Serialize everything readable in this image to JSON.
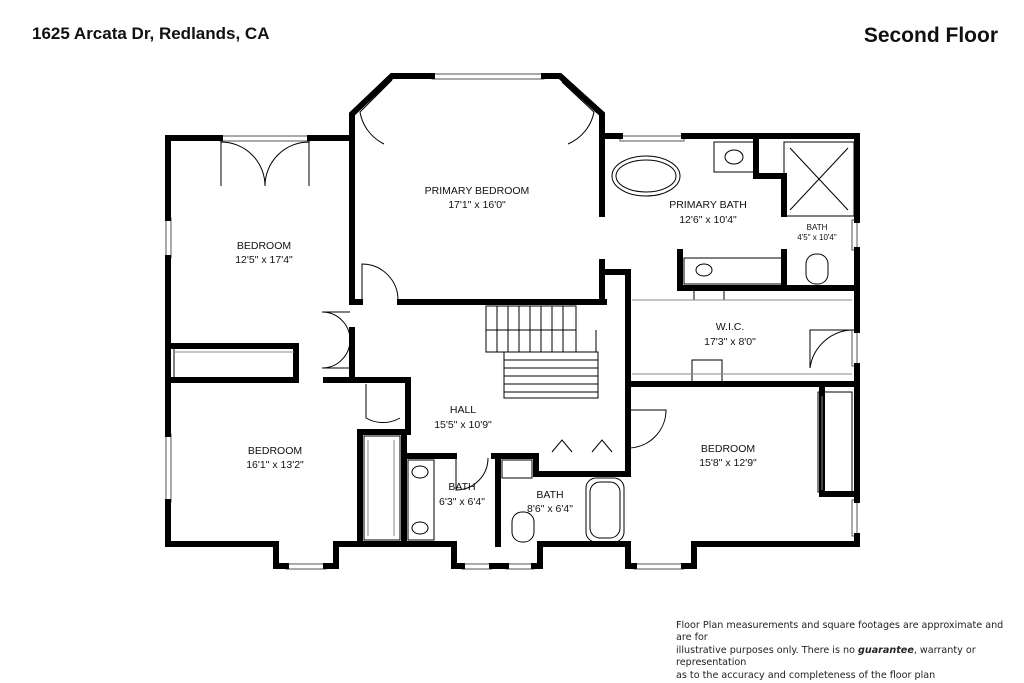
{
  "header": {
    "address": "1625 Arcata Dr, Redlands, CA",
    "floor_label": "Second Floor"
  },
  "rooms": {
    "primary_bedroom": {
      "name": "PRIMARY BEDROOM",
      "dims": "17'1\" x 16'0\""
    },
    "bedroom_nw": {
      "name": "BEDROOM",
      "dims": "12'5\" x 17'4\""
    },
    "primary_bath": {
      "name": "PRIMARY BATH",
      "dims": "12'6\" x 10'4\""
    },
    "bath_small": {
      "name": "BATH",
      "dims": "4'5\" x 10'4\""
    },
    "wic": {
      "name": "W.I.C.",
      "dims": "17'3\" x 8'0\""
    },
    "hall": {
      "name": "HALL",
      "dims": "15'5\" x 10'9\""
    },
    "bedroom_sw": {
      "name": "BEDROOM",
      "dims": "16'1\" x 13'2\""
    },
    "bath_a": {
      "name": "BATH",
      "dims": "6'3\" x 6'4\""
    },
    "bath_b": {
      "name": "BATH",
      "dims": "8'6\" x 6'4\""
    },
    "bedroom_se": {
      "name": "BEDROOM",
      "dims": "15'8\" x 12'9\""
    }
  },
  "disclaimer": {
    "line1": "Floor Plan measurements and square footages are approximate and are for",
    "line2a": "illustrative purposes only. There is no ",
    "line2b": "guarantee",
    "line2c": ", warranty or representation",
    "line3": "as to the accuracy and completeness of the floor plan"
  }
}
